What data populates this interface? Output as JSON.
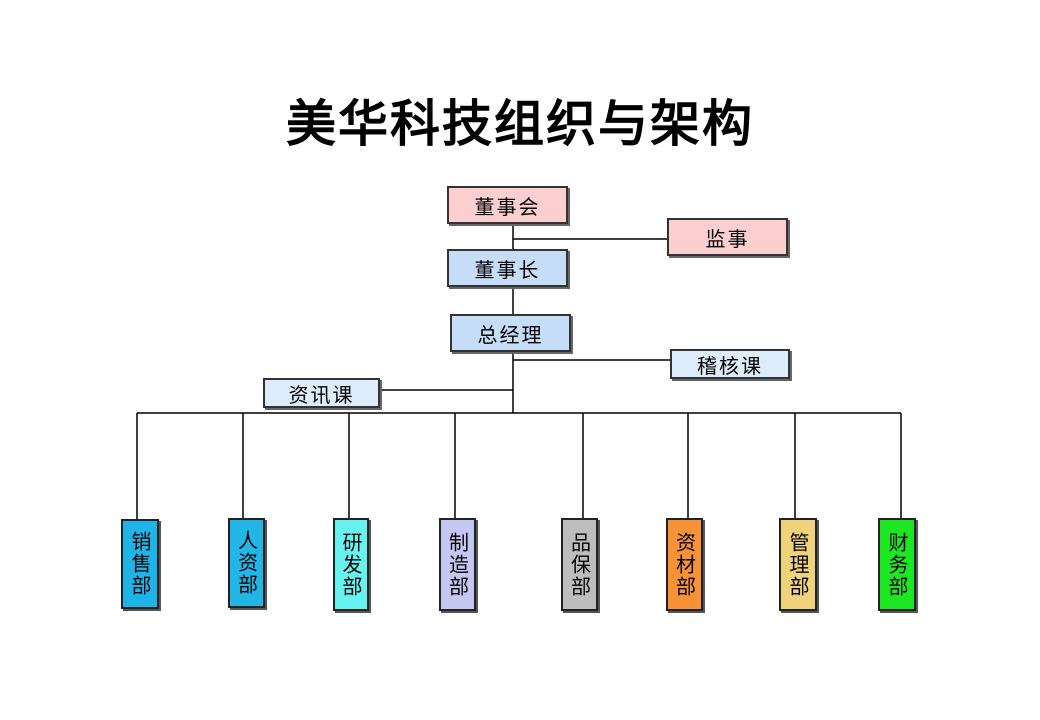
{
  "title": "美华科技组织与架构",
  "nodes": {
    "board": "董事会",
    "supervisor": "监事",
    "chairman": "董事长",
    "gm": "总经理",
    "audit": "稽核课",
    "it": "资讯课"
  },
  "departments": [
    {
      "label": "销售部",
      "color": "#1fb4e8"
    },
    {
      "label": "人资部",
      "color": "#22b6e6"
    },
    {
      "label": "研发部",
      "color": "#66f2ee"
    },
    {
      "label": "制造部",
      "color": "#c6c6f2"
    },
    {
      "label": "品保部",
      "color": "#bdbdbd"
    },
    {
      "label": "资材部",
      "color": "#f79236"
    },
    {
      "label": "管理部",
      "color": "#f0d27a"
    },
    {
      "label": "财务部",
      "color": "#1be820"
    }
  ],
  "colors": {
    "pink": "#fbcfd0",
    "blue": "#c5ddf7",
    "lightblue": "#dcecfb"
  }
}
